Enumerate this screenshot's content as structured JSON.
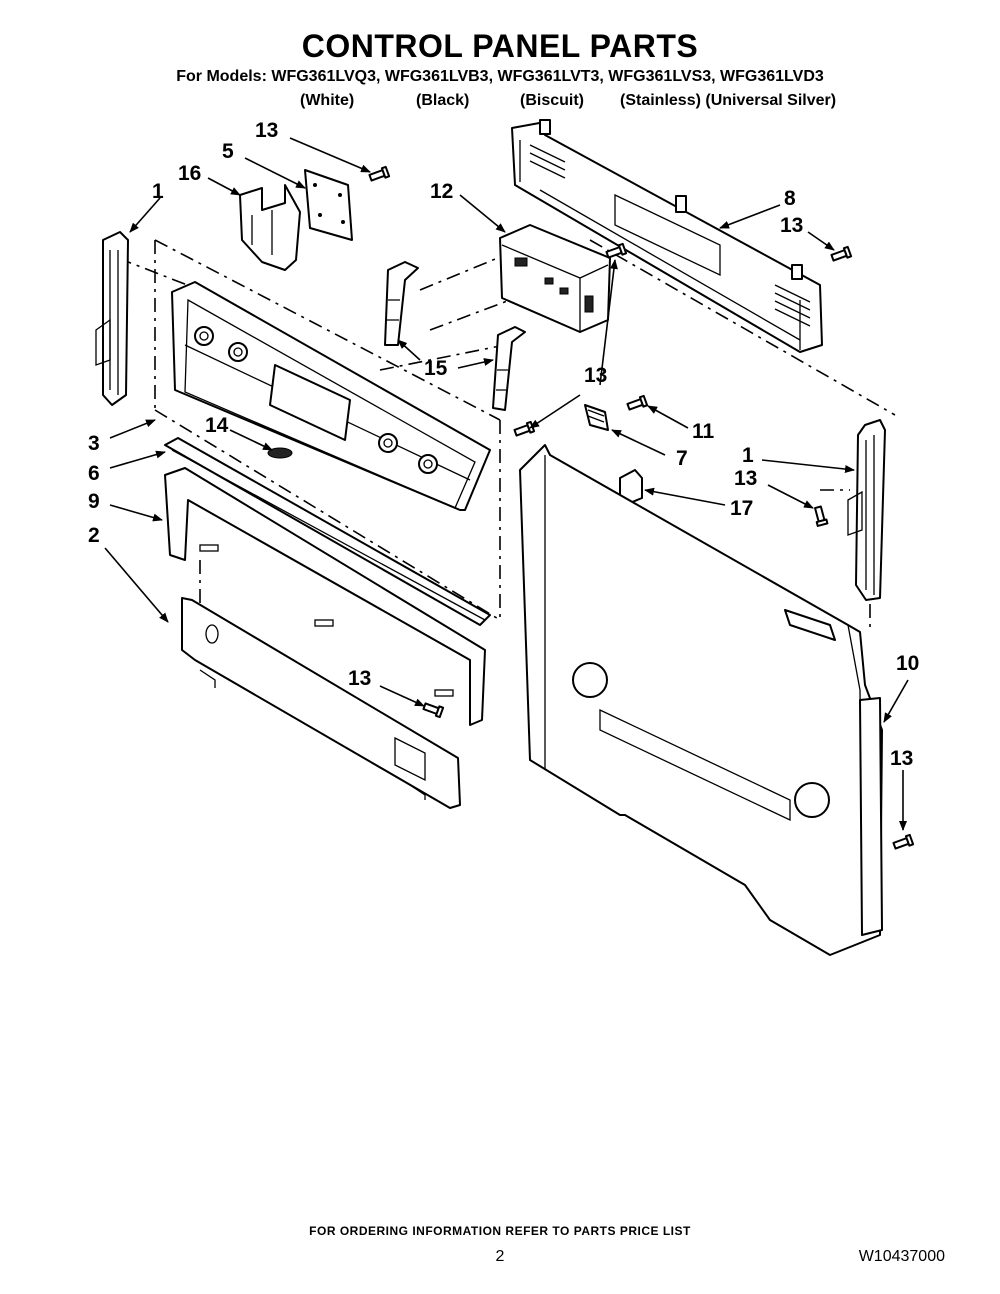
{
  "header": {
    "title": "CONTROL PANEL PARTS",
    "models_line": "For Models: WFG361LVQ3, WFG361LVB3, WFG361LVT3, WFG361LVS3, WFG361LVD3",
    "finishes": [
      "(White)",
      "(Black)",
      "(Biscuit)",
      "(Stainless) (Universal Silver)"
    ]
  },
  "callouts": {
    "c1a": "1",
    "c16": "16",
    "c5": "5",
    "c13a": "13",
    "c12": "12",
    "c8": "8",
    "c13b": "13",
    "c15": "15",
    "c13c": "13",
    "c11": "11",
    "c7": "7",
    "c1b": "1",
    "c13d": "13",
    "c17": "17",
    "c3": "3",
    "c14": "14",
    "c6": "6",
    "c9": "9",
    "c2": "2",
    "c13e": "13",
    "c10": "10",
    "c13f": "13"
  },
  "footer": {
    "ordering_note": "FOR ORDERING INFORMATION REFER TO PARTS PRICE LIST",
    "page_number": "2",
    "document_number": "W10437000"
  }
}
